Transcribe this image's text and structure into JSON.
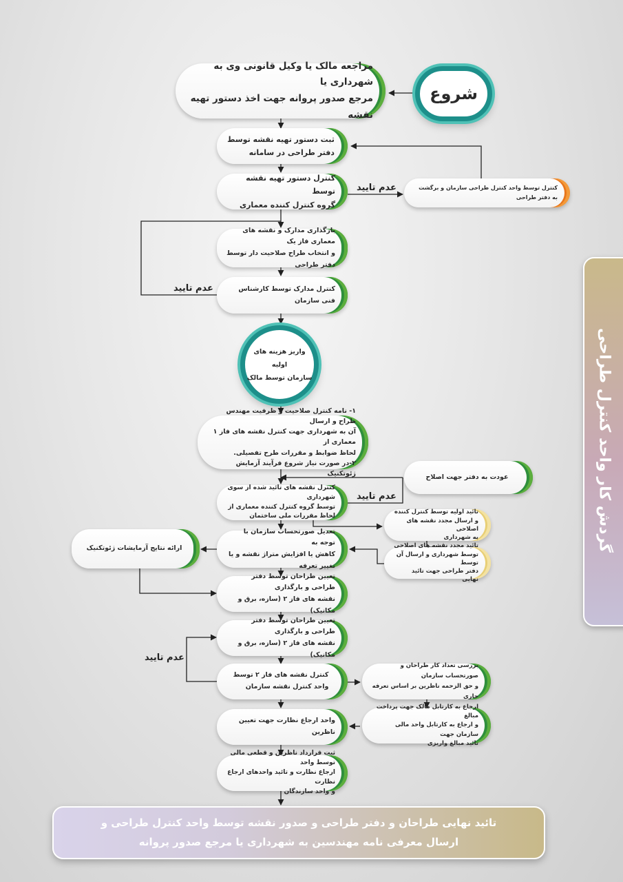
{
  "side_title": "گردش کار واحد کنترل طراحی",
  "colors": {
    "green": "#2f8f3c",
    "teal": "#1d8f8a",
    "orange": "#e8761c",
    "cream": "#e8cf76",
    "gold": "#c8b989",
    "panel": "#c8a9b6"
  },
  "start": "شروع",
  "payment": {
    "line1": "واریز هزینه های اولیه",
    "line2": "سازمان توسط مالک"
  },
  "steps": {
    "s1": {
      "line1": "مراجعه مالک یا وکیل قانونی وی به شهرداری یا",
      "line2": "مرجع صدور پروانه جهت اخذ دستور تهیه نقشه"
    },
    "s2": {
      "line1": "ثبت دستور تهیه نقشه توسط",
      "line2": "دفتر طراحی در سامانه"
    },
    "s3": {
      "line1": "کنترل دستور تهیه نقشه توسط",
      "line2": "گروه کنترل کننده معماری"
    },
    "s4": {
      "line1": "بارگذاری مدارک و نقشه های معماری فاز یک",
      "line2": "و انتخاب طراح صلاحیت دار توسط دفتر طراحی"
    },
    "s5": {
      "line1": "کنترل مدارک توسط کارشناس فنی سازمان"
    },
    "s6": {
      "line1": "۱- نامه کنترل صلاحیت و ظرفیت مهندس طراح و ارسال",
      "line2": "آن به شهرداری جهت کنترل نقشه های فاز ۱ معماری از",
      "line3": "لحاظ ضوابط و مقررات طرح تفصیلی.",
      "line4": "۲-در صورت نیاز شروع فرآیند آزمایش ژئوتکنیک"
    },
    "s7": {
      "line1": "کنترل نقشه های تائید شده از سوی شهرداری",
      "line2": "توسط گروه کنترل کننده معماری از",
      "line3": "لحاظ مقررات ملی ساختمان"
    },
    "s8": {
      "line1": "تعدیل صورتحساب سازمان با توجه به",
      "line2": "کاهش یا افزایش متراژ نقشه و یا تغییر تعرفه"
    },
    "s9": {
      "line1": "تعیین طراحان توسط دفتر طراحی و بارگذاری",
      "line2": "نقشه های فاز ۲ (سازه، برق و مکانیک)"
    },
    "s10": {
      "line1": "تعیین طراحان توسط دفتر طراحی و بارگذاری",
      "line2": "نقشه های فاز ۲ (سازه، برق و مکانیک)"
    },
    "s11": {
      "line1": "کنترل نقشه های فاز ۲ توسط",
      "line2": "واحد کنترل نقشه سازمان"
    },
    "s12": {
      "line1": "واحد ارجاع نظارت جهت تعیین ناظرین"
    },
    "s13": {
      "line1": "ثبت قرارداد ناظرین و قطعی مالی توسط واحد",
      "line2": "ارجاع نظارت و تائید واحدهای ارجاع نظارت",
      "line3": "و واحد سازندگان"
    }
  },
  "side": {
    "org_control": {
      "line1": "کنترل توسط واحد کنترل طراحی سازمان و برگشت به دفتر طراحی"
    },
    "return_design": {
      "line1": "عودت به دفتر جهت اصلاح"
    },
    "initial_approval": {
      "line1": "تائید اولیه توسط کنترل کننده",
      "line2": "و ارسال مجدد نقشه های اصلاحی",
      "line3": "به شهرداری"
    },
    "final_approval": {
      "line1": "تائید مجدد نقشه های اصلاحی",
      "line2": "توسط شهرداری و ارسال آن توسط",
      "line3": "دفتر طراحی جهت تائید نهایی"
    },
    "geotech": {
      "line1": "ارائه نتایج آزمایشات ژئوتکنیک"
    },
    "fee_review": {
      "line1": "بررسی تعداد کار طراحان و صورتحساب سازمان",
      "line2": "و حق الزحمه ناظرین بر اساس تعرفه جاری"
    },
    "referral_finance": {
      "line1": "ارجاع به کارتابل مالک جهت پرداخت مبالغ",
      "line2": "و ارجاع به کارتابل واحد مالی سازمان جهت",
      "line3": "تائید مبالغ واریزی"
    }
  },
  "labels": {
    "not_approved": "عدم تایید"
  },
  "footer": {
    "line1": "تائید نهایی طراحان و دفتر طراحی و صدور نقشه توسط واحد کنترل طراحی و",
    "line2": "ارسال معرفی نامه مهندسین به شهرداری یا مرجع صدور پروانه"
  }
}
